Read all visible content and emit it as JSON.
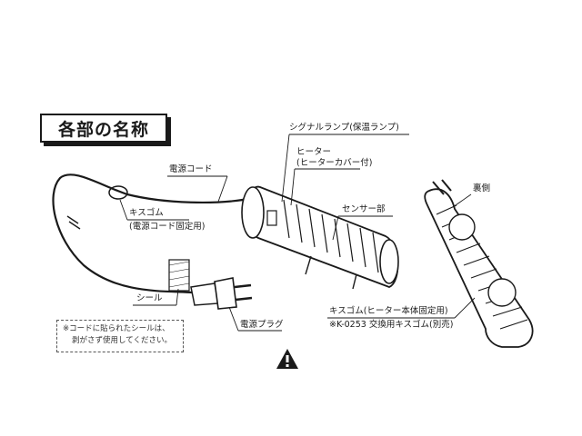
{
  "title": "各部の名称",
  "labels": {
    "signal_lamp": "シグナルランプ(保温ランプ)",
    "heater_line1": "ヒーター",
    "heater_line2": "(ヒーターカバー付)",
    "sensor": "センサー部",
    "power_cord": "電源コード",
    "kisugomu_cord_line1": "キスゴム",
    "kisugomu_cord_line2": "(電源コード固定用)",
    "seal": "シール",
    "power_plug": "電源プラグ",
    "back": "裏側",
    "kisugomu_body_line1": "キスゴム(ヒーター本体固定用)",
    "kisugomu_body_line2": "※K-0253 交換用キスゴム(別売)"
  },
  "note": {
    "line1": "※コードに貼られたシールは、",
    "line2": "剥がさず使用してください。"
  },
  "warning_icon": "warning-triangle-icon",
  "colors": {
    "ink": "#1a1a1a",
    "background": "#ffffff"
  }
}
